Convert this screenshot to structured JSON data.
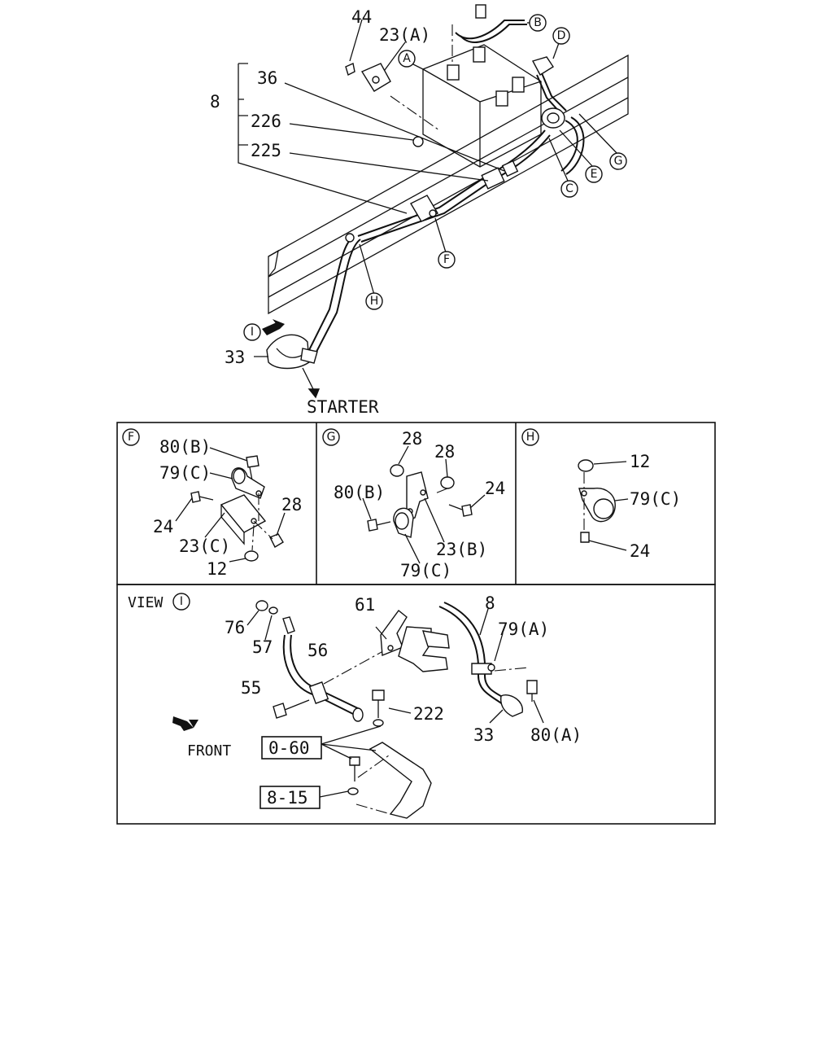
{
  "main_view": {
    "starter_label": "STARTER",
    "group_label": "8",
    "parts": [
      "44",
      "23(A)",
      "36",
      "226",
      "225",
      "33"
    ],
    "callouts": [
      "A",
      "B",
      "C",
      "D",
      "E",
      "F",
      "G",
      "H",
      "I"
    ]
  },
  "panel_f": {
    "title": "F",
    "parts": [
      "80(B)",
      "79(C)",
      "28",
      "24",
      "23(C)",
      "12"
    ]
  },
  "panel_g": {
    "title": "G",
    "parts": [
      "28",
      "28",
      "80(B)",
      "24",
      "23(B)",
      "79(C)"
    ]
  },
  "panel_h": {
    "title": "H",
    "parts": [
      "12",
      "79(C)",
      "24"
    ]
  },
  "view_i": {
    "view_label": "VIEW",
    "view_callout": "I",
    "front_label": "FRONT",
    "parts": [
      "61",
      "8",
      "79(A)",
      "76",
      "57",
      "56",
      "55",
      "222",
      "33",
      "80(A)"
    ],
    "ref_boxes": [
      "0-60",
      "8-15"
    ]
  }
}
